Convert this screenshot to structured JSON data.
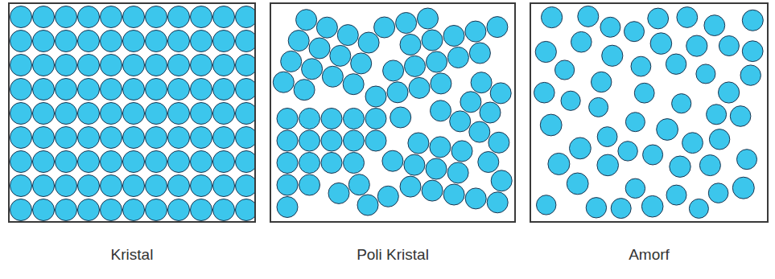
{
  "diagram": {
    "nodes": [
      {
        "text": [
          "Kristal"
        ]
      },
      {
        "text": [
          "Poli Kristal"
        ]
      },
      {
        "text": [
          "Amorf"
        ]
      }
    ]
  }
}
